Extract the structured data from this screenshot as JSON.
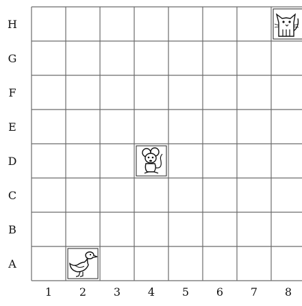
{
  "grid": {
    "row_labels": [
      "H",
      "G",
      "F",
      "E",
      "D",
      "C",
      "B",
      "A"
    ],
    "col_labels": [
      "1",
      "2",
      "3",
      "4",
      "5",
      "6",
      "7",
      "8"
    ]
  },
  "pieces": [
    {
      "name": "cat-icon",
      "row": "H",
      "col": "8"
    },
    {
      "name": "mouse-icon",
      "row": "D",
      "col": "4"
    },
    {
      "name": "duck-icon",
      "row": "A",
      "col": "2"
    }
  ]
}
